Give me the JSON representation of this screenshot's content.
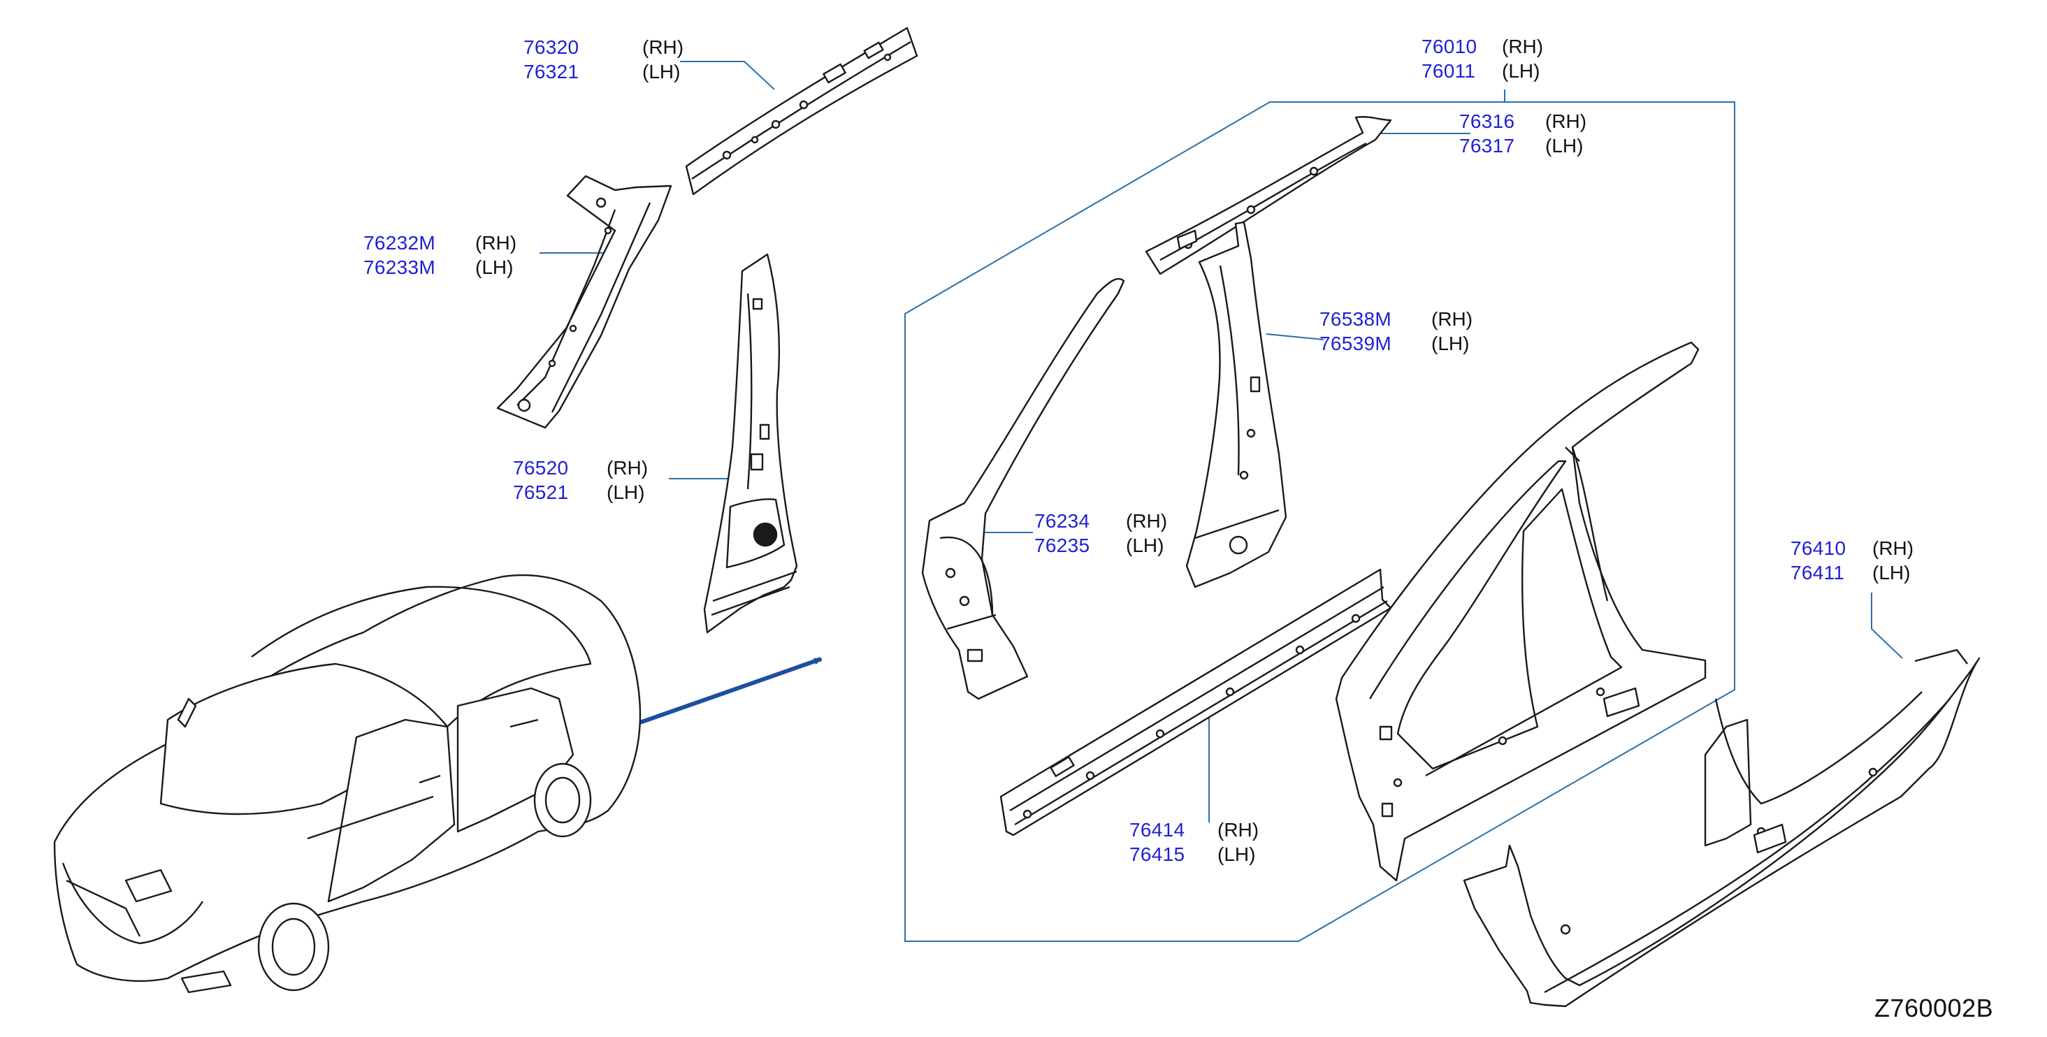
{
  "colors": {
    "part_number": "#1f1fd6",
    "side_text": "#111111",
    "leader_line": "#2d6fa6",
    "arrow": "#1d4fa0",
    "line_art": "#1a1a1a"
  },
  "diagram_code": "Z760002B",
  "callouts": [
    {
      "id": "roof-rail-outer",
      "parts": [
        {
          "number": "76320",
          "side": "(RH)"
        },
        {
          "number": "76321",
          "side": "(LH)"
        }
      ]
    },
    {
      "id": "front-pillar-upper",
      "parts": [
        {
          "number": "76232M",
          "side": "(RH)"
        },
        {
          "number": "76233M",
          "side": "(LH)"
        }
      ]
    },
    {
      "id": "center-pillar-inner",
      "parts": [
        {
          "number": "76520",
          "side": "(RH)"
        },
        {
          "number": "76521",
          "side": "(LH)"
        }
      ]
    },
    {
      "id": "body-side-outer",
      "parts": [
        {
          "number": "76010",
          "side": "(RH)"
        },
        {
          "number": "76011",
          "side": "(LH)"
        }
      ]
    },
    {
      "id": "roof-side-rail",
      "parts": [
        {
          "number": "76316",
          "side": "(RH)"
        },
        {
          "number": "76317",
          "side": "(LH)"
        }
      ]
    },
    {
      "id": "center-pillar-reinforcement",
      "parts": [
        {
          "number": "76538M",
          "side": "(RH)"
        },
        {
          "number": "76539M",
          "side": "(LH)"
        }
      ]
    },
    {
      "id": "front-pillar-reinforcement",
      "parts": [
        {
          "number": "76234",
          "side": "(RH)"
        },
        {
          "number": "76235",
          "side": "(LH)"
        }
      ]
    },
    {
      "id": "sill-inner",
      "parts": [
        {
          "number": "76414",
          "side": "(RH)"
        },
        {
          "number": "76415",
          "side": "(LH)"
        }
      ]
    },
    {
      "id": "sill-outer",
      "parts": [
        {
          "number": "76410",
          "side": "(RH)"
        },
        {
          "number": "76411",
          "side": "(LH)"
        }
      ]
    }
  ]
}
